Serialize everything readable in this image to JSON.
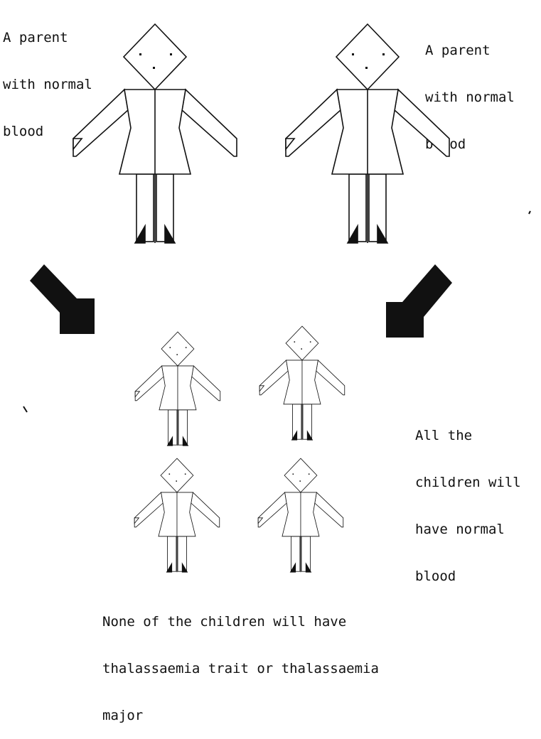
{
  "parent_left": {
    "lines": [
      "A parent",
      "with normal",
      "blood"
    ]
  },
  "parent_right": {
    "lines": [
      "A parent",
      "with normal",
      "blood"
    ]
  },
  "children_note": {
    "lines": [
      "All the",
      "children will",
      "have normal",
      "blood"
    ]
  },
  "bottom_note": {
    "lines": [
      "None of the children will have",
      "thalassaemia trait or thalassaemia",
      "major"
    ]
  },
  "colors": {
    "ink": "#111111",
    "background": "#ffffff"
  },
  "figures": {
    "parents": 2,
    "children": 4,
    "arrows": 2
  }
}
